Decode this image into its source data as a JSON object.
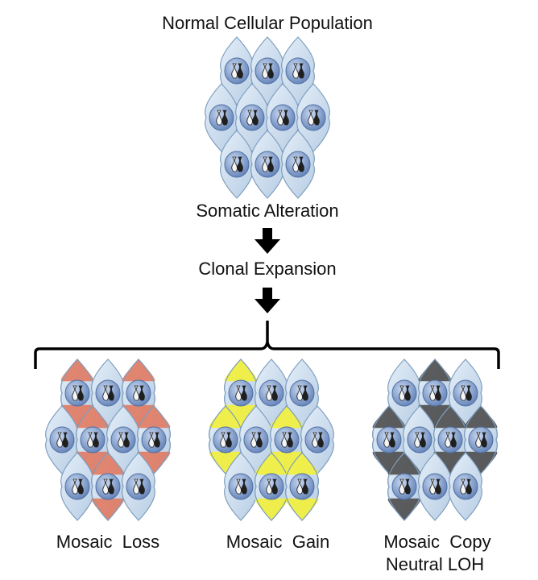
{
  "top_title": "Normal Cellular Population",
  "step1": "Somatic Alteration",
  "step2": "Clonal Expansion",
  "outcomes": [
    {
      "label": "Mosaic  Loss",
      "color": "#e07a62"
    },
    {
      "label": "Mosaic  Gain",
      "color": "#f2ef3a"
    },
    {
      "label_line1": "Mosaic  Copy",
      "label_line2": "Neutral LOH",
      "color": "#4d4d4d"
    }
  ],
  "colors": {
    "cell_body": "#c9dcee",
    "cell_outline": "#7f9fbf",
    "nucleus": "#6f8fc0",
    "chromosome_light": "#f4f4f4",
    "chromosome_dark": "#1f1f1f",
    "arrow": "#000000"
  }
}
